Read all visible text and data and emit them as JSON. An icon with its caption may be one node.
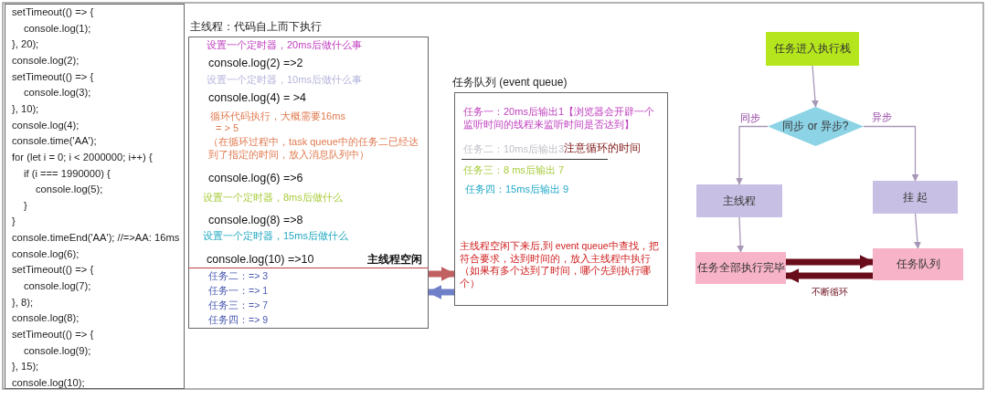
{
  "diagram": {
    "nodes": [
      {
        "text": [
          "setTimeout(() => {",
          "console.log(1);",
          "}, 20);",
          "console.log(2);",
          "setTimeout(() => {",
          "console.log(3);",
          "}, 10);",
          "console.log(4);",
          "console.time('AA');",
          "for (let i = 0; i < 2000000; i++) {",
          "if (i === 1990000) {",
          "console.log(5);",
          "}",
          "}",
          "console.timeEnd('AA'); //=>AA: 16ms",
          "console.log(6);",
          "setTimeout(() => {",
          "console.log(7);",
          "}, 8);",
          "console.log(8);",
          "setTimeout(() => {",
          "console.log(9);",
          "}, 15);",
          "console.log(10);"
        ]
      },
      {
        "text": [
          "主线程：代码自上而下执行",
          "设置一个定时器，20ms后做什么事",
          "console.log(2) =>2",
          "设置一个定时器，10ms后做什么事",
          "console.log(4) = >4",
          "循环代码执行，大概需要16ms",
          "= > 5",
          "（在循环过程中，task queue中的任务二已经达到了指定的时间，放入消息队列中）",
          "console.log(6) =>6",
          "设置一个定时器，8ms后做什么",
          "console.log(8) =>8",
          "设置一个定时器，15ms后做什么",
          "console.log(10) =>10",
          "主线程空闲",
          "任务二：=> 3",
          "任务一：=> 1",
          "任务三：=> 7",
          "任务四：=> 9"
        ]
      },
      {
        "text": [
          "任务队列 (event queue)",
          "任务一：20ms后输出1【浏览器会开辟一个监听时间的线程来监听时间是否达到】",
          "任务二：10ms后输出3",
          "注意循环的时间",
          "任务三：8 ms后输出 7",
          "任务四：15ms后输出 9",
          "主线程空闲下来后,到 event queue中查找，把符合要求，达到时间的，放入主线程中执行（如果有多个达到了时间，哪个先到执行哪个）"
        ]
      },
      {
        "text": [
          "任务进入执行栈"
        ]
      },
      {
        "text": [
          "同步 or 异步?"
        ]
      },
      {
        "text": [
          "主线程"
        ]
      },
      {
        "text": [
          "挂 起"
        ]
      },
      {
        "text": [
          "任务全部执行完毕"
        ]
      },
      {
        "text": [
          "任务队列"
        ]
      }
    ],
    "edges": [
      {
        "from": 1,
        "to": 2,
        "arrow": "to",
        "style": "thick",
        "color": "#c06060"
      },
      {
        "from": 2,
        "to": 1,
        "arrow": "to",
        "style": "thick",
        "color": "#7080c8"
      },
      {
        "from": 3,
        "to": 4,
        "arrow": "to"
      },
      {
        "from": 4,
        "to": 5,
        "arrow": "to",
        "label": "同步"
      },
      {
        "from": 4,
        "to": 6,
        "arrow": "to",
        "label": "异步"
      },
      {
        "from": 5,
        "to": 7,
        "arrow": "to"
      },
      {
        "from": 6,
        "to": 8,
        "arrow": "to"
      },
      {
        "from": 7,
        "to": 8,
        "arrow": "to",
        "style": "thick",
        "color": "#6a0d1a"
      },
      {
        "from": 8,
        "to": 7,
        "arrow": "to",
        "style": "thick",
        "color": "#6a0d1a"
      }
    ],
    "labels": [
      "不断循环"
    ]
  }
}
